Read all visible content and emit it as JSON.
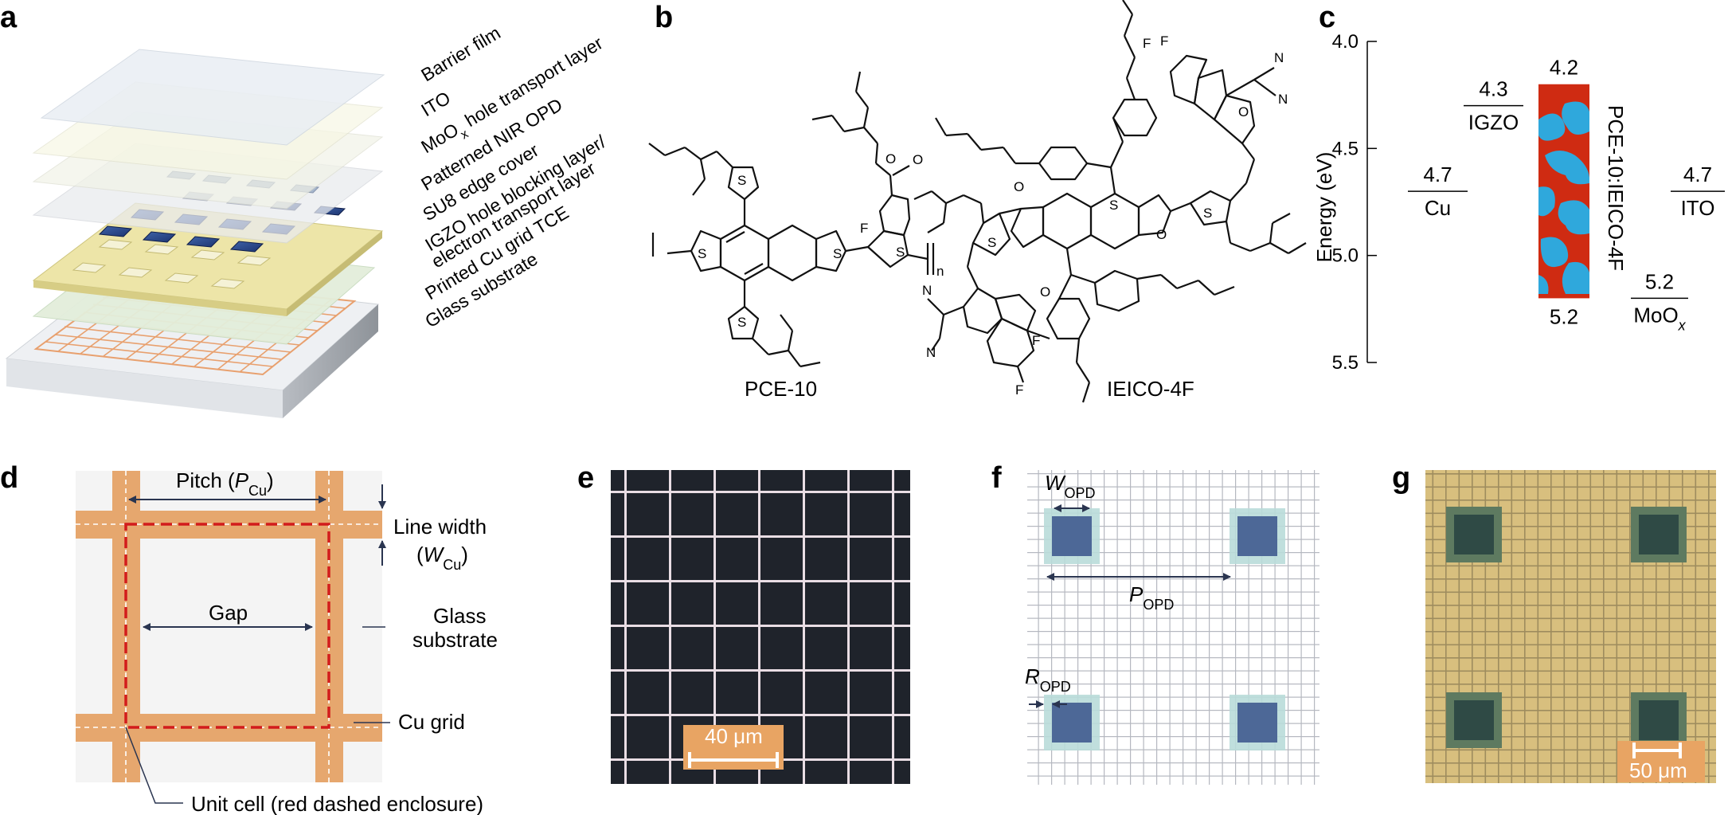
{
  "panels": {
    "a": {
      "letter": "a",
      "layers": [
        {
          "prefix": "Barrier film",
          "sub": "",
          "suffix": ""
        },
        {
          "prefix": "ITO",
          "sub": "",
          "suffix": ""
        },
        {
          "prefix": "MoO",
          "sub": "x",
          "suffix": " hole transport layer"
        },
        {
          "prefix": "Patterned NIR OPD",
          "sub": "",
          "suffix": ""
        },
        {
          "prefix": "SU8 edge cover",
          "sub": "",
          "suffix": ""
        },
        {
          "prefix": "IGZO hole blocking layer/",
          "sub": "",
          "suffix": ""
        },
        {
          "prefix": "electron transport layer",
          "sub": "",
          "suffix": ""
        },
        {
          "prefix": "Printed Cu grid TCE",
          "sub": "",
          "suffix": ""
        },
        {
          "prefix": "Glass substrate",
          "sub": "",
          "suffix": ""
        }
      ]
    },
    "b": {
      "letter": "b",
      "molecule_left": "PCE-10",
      "molecule_right": "IEICO-4F",
      "atoms": {
        "S": "S",
        "O": "O",
        "F": "F",
        "N": "N",
        "n": "n"
      }
    },
    "c": {
      "letter": "c",
      "ylabel": "Energy (eV)",
      "ticks": [
        "4.0",
        "4.5",
        "5.0",
        "5.5"
      ],
      "ylim": [
        4.0,
        5.5
      ],
      "levels": [
        {
          "label": "Cu",
          "value": 4.7,
          "value_text": "4.7"
        },
        {
          "label": "IGZO",
          "value": 4.3,
          "value_text": "4.3"
        },
        {
          "label": "ITO",
          "value": 4.7,
          "value_text": "4.7"
        },
        {
          "label": "MoO",
          "label_sub": "x",
          "value": 5.2,
          "value_text": "5.2"
        }
      ],
      "active": {
        "label": "PCE-10:IEICO-4F",
        "top": 4.2,
        "top_text": "4.2",
        "bottom": 5.2,
        "bottom_text": "5.2"
      },
      "colors": {
        "donor": "#cf2b12",
        "acceptor": "#2fa8dc"
      }
    },
    "d": {
      "letter": "d",
      "pitch_prefix": "Pitch (",
      "pitch_var": "P",
      "pitch_sub": "Cu",
      "pitch_suffix": ")",
      "linewidth_label": "Line width",
      "linewidth_open": "(",
      "linewidth_var": "W",
      "linewidth_sub": "Cu",
      "linewidth_close": ")",
      "gap_label": "Gap",
      "glass_line1": "Glass",
      "glass_line2": "substrate",
      "cugrid_label": "Cu grid",
      "unitcell_label": "Unit cell (red dashed enclosure)",
      "colors": {
        "copper": "#e6a76e",
        "unit_cell": "#d21c1c"
      }
    },
    "e": {
      "letter": "e",
      "scalebar": "40 μm"
    },
    "f": {
      "letter": "f",
      "w_var": "W",
      "w_sub": "OPD",
      "p_var": "P",
      "p_sub": "OPD",
      "r_var": "R",
      "r_sub": "OPD"
    },
    "g": {
      "letter": "g",
      "scalebar": "50 μm"
    }
  }
}
